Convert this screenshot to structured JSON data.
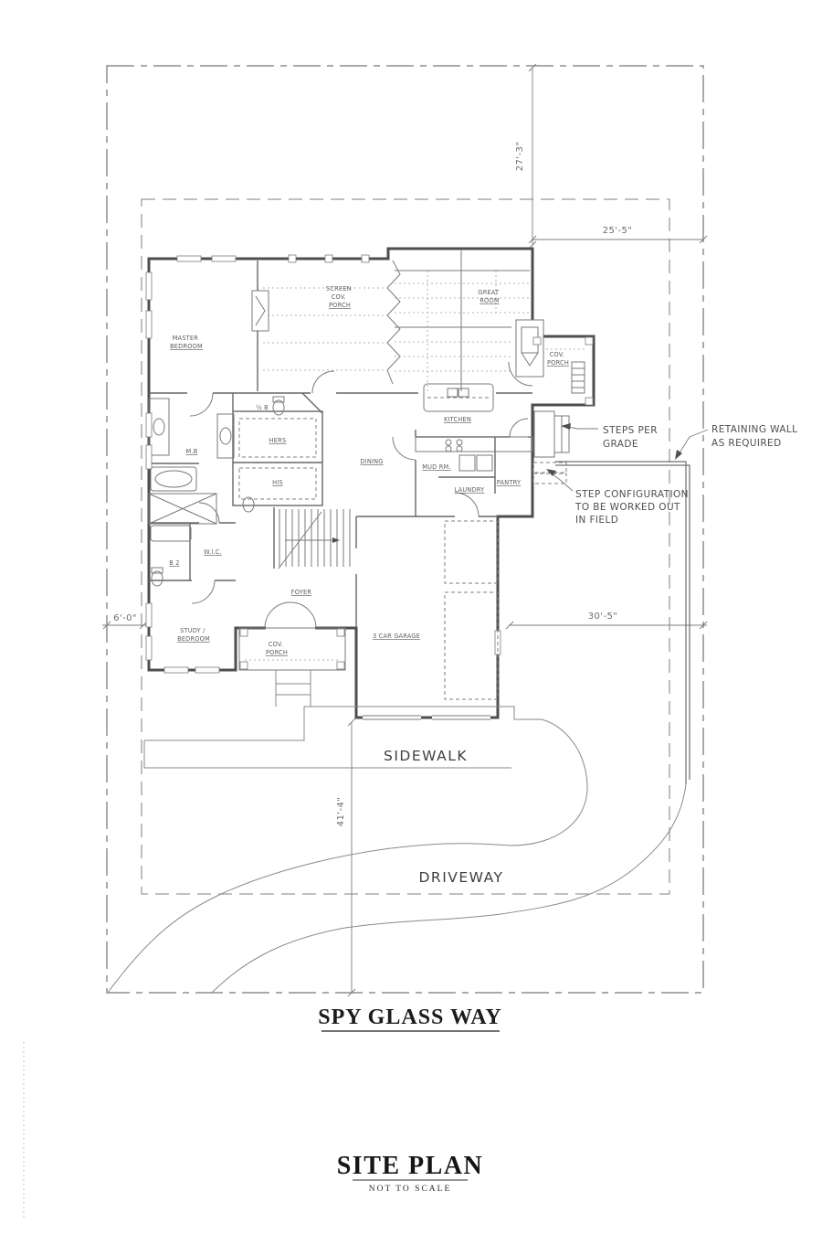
{
  "colors": {
    "background": "#ffffff",
    "wall": "#4e4e4e",
    "line": "#8a8a8a",
    "text": "#565656",
    "title": "#151515"
  },
  "dimensions": {
    "rear_setback": "27'-3\"",
    "rear_side": "25'-5\"",
    "left_side": "6'-0\"",
    "right_side": "30'-5\"",
    "front_yard": "41'-4\""
  },
  "annotations": {
    "steps_per_grade": {
      "line1": "STEPS PER",
      "line2": "GRADE"
    },
    "retaining_wall": {
      "line1": "RETAINING WALL",
      "line2": "AS REQUIRED"
    },
    "step_configuration": {
      "line1": "STEP CONFIGURATION",
      "line2": "TO BE WORKED OUT",
      "line3": "IN FIELD"
    }
  },
  "site_labels": {
    "sidewalk": "SIDEWALK",
    "driveway": "DRIVEWAY",
    "street": "SPY GLASS WAY"
  },
  "rooms": {
    "master_bedroom": {
      "line1": "MASTER",
      "line2": "BEDROOM"
    },
    "screen_porch": {
      "line1": "SCREEN",
      "line2": "COV.",
      "line3": "PORCH"
    },
    "great_room": {
      "line1": "GREAT",
      "line2": "ROOM"
    },
    "cov_porch_right": {
      "line1": "COV.",
      "line2": "PORCH"
    },
    "master_bath": "M.B",
    "half_bath": "½ B",
    "hers_closet": "HERS",
    "his_closet": "HIS",
    "dining": "DINING",
    "kitchen": "KITCHEN",
    "mud_room": "MUD RM.",
    "laundry": "LAUNDRY",
    "pantry": "PANTRY",
    "wic": "W.I.C.",
    "bath2": "B 2",
    "foyer": "FOYER",
    "study": {
      "line1": "STUDY /",
      "line2": "BEDROOM"
    },
    "cov_porch_front": {
      "line1": "COV.",
      "line2": "PORCH"
    },
    "garage": "3 CAR GARAGE"
  },
  "title_block": {
    "title": "SITE PLAN",
    "scale_note": "NOT TO SCALE"
  }
}
